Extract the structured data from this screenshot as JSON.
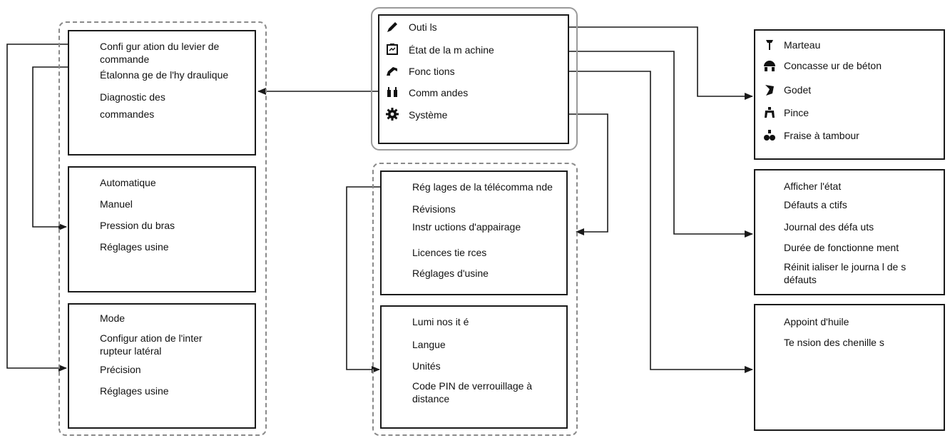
{
  "main_menu": {
    "items": [
      {
        "label": "Outi ls",
        "icon": "pencil-icon"
      },
      {
        "label": "État de la m achine",
        "icon": "machine-state-icon"
      },
      {
        "label": "Fonc tions",
        "icon": "excavator-arm-icon"
      },
      {
        "label": "Comm andes",
        "icon": "remote-control-icon"
      },
      {
        "label": "Système",
        "icon": "gear-icon"
      }
    ]
  },
  "tools_box": {
    "items": [
      {
        "label": "Marteau",
        "icon": "hammer-icon"
      },
      {
        "label": "Concasse ur de béton",
        "icon": "concrete-crusher-icon"
      },
      {
        "label": "Godet",
        "icon": "bucket-icon"
      },
      {
        "label": "Pince",
        "icon": "grapple-icon"
      },
      {
        "label": "Fraise  à tambour",
        "icon": "drum-cutter-icon"
      }
    ]
  },
  "state_box": {
    "items": [
      "Afficher l'état",
      "Défauts a ctifs",
      "Journal des défa uts",
      "Durée de fonctionne ment",
      "Réinit ialiser le journa l de s défauts"
    ]
  },
  "functions_box": {
    "items": [
      "Appoint d'huile",
      "Te nsion des chenille s"
    ]
  },
  "commands_calibration_box": {
    "items": [
      "Confi gur ation du levier de commande",
      "Étalonna ge  de  l'hy draulique",
      "Diagnostic des commandes"
    ]
  },
  "commands_mode_box": {
    "items": [
      "Automatique",
      "Manuel",
      "Pression du bras",
      "Réglages usine"
    ]
  },
  "commands_precision_box": {
    "items": [
      "Mode",
      "Configur ation de l'inter rupteur latéral",
      "Précision",
      "Réglages usine"
    ]
  },
  "system_remote_box": {
    "items": [
      "Rég lages de la  télécomma nde",
      "Révisions",
      "Instr uctions  d'appairage",
      "Licences tie rces",
      "Réglages d'usine"
    ]
  },
  "system_display_box": {
    "items": [
      "Lumi nos it é",
      "Langue",
      "Unités",
      "Code PIN de verrouillage à distance"
    ]
  }
}
